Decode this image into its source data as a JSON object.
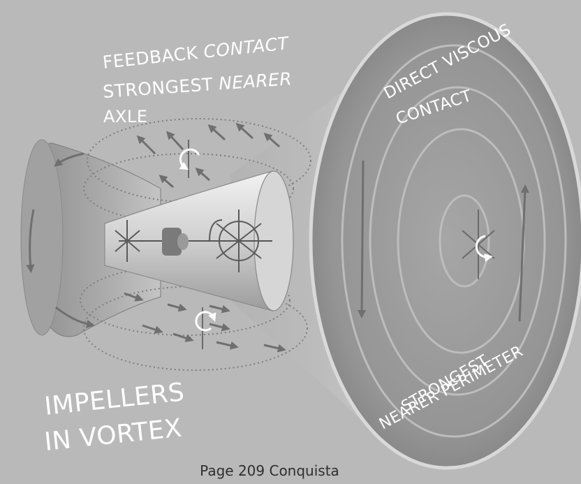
{
  "labels": {
    "feedback_line1_a": "FEEDBACK ",
    "feedback_line1_b": "CONTACT",
    "feedback_line2_a": "STRONGEST ",
    "feedback_line2_b": "NEARER",
    "feedback_line3": "AXLE",
    "direct_viscous": "DIRECT VISCOUS",
    "contact": "CONTACT",
    "strongest": "STRONGEST",
    "nearer_perimeter": "NEARER PERIMETER",
    "impellers_line1": "IMPELLERS",
    "impellers_line2": "IN VORTEX"
  },
  "caption": "Page 209 Conquista",
  "colors": {
    "background": "#b9b9b9",
    "label_text": "#ffffff",
    "caption_text": "#2e2e2e",
    "arrow": "#6f6f6f"
  }
}
